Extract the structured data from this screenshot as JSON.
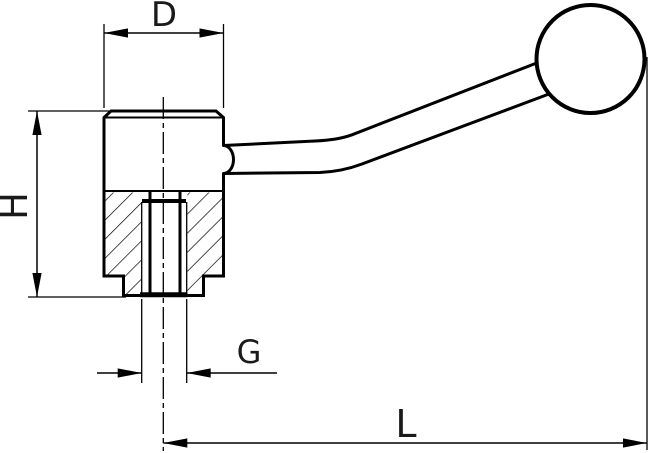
{
  "drawing": {
    "kind": "clamping-lever-dimension-drawing",
    "labels": {
      "width": "D",
      "height": "H",
      "thread": "G",
      "length": "L"
    },
    "colors": {
      "line": "#000000",
      "background": "#ffffff"
    }
  }
}
